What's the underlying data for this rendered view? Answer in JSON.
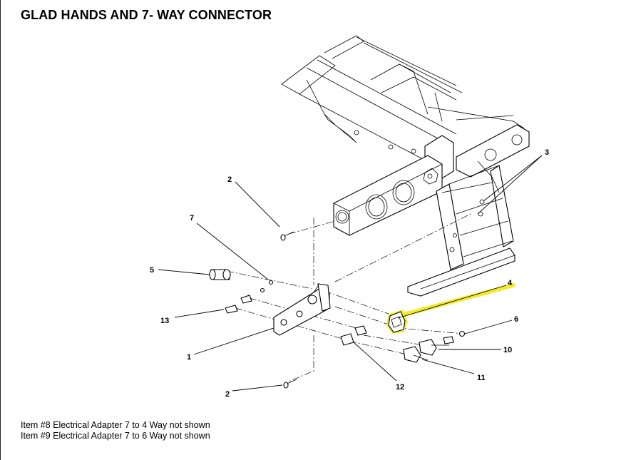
{
  "title": "GLAD HANDS AND 7- WAY CONNECTOR",
  "callouts": {
    "c1": "1",
    "c2a": "2",
    "c2b": "2",
    "c3": "3",
    "c4": "4",
    "c5": "5",
    "c6": "6",
    "c7": "7",
    "c10": "10",
    "c11": "11",
    "c12": "12",
    "c13": "13"
  },
  "notes": [
    "Item #8 Electrical Adapter 7 to 4 Way not shown",
    "Item #9 Electrical Adapter 7 to 6 Way not shown"
  ],
  "colors": {
    "highlight": "#f2ea20",
    "line": "#000000"
  }
}
